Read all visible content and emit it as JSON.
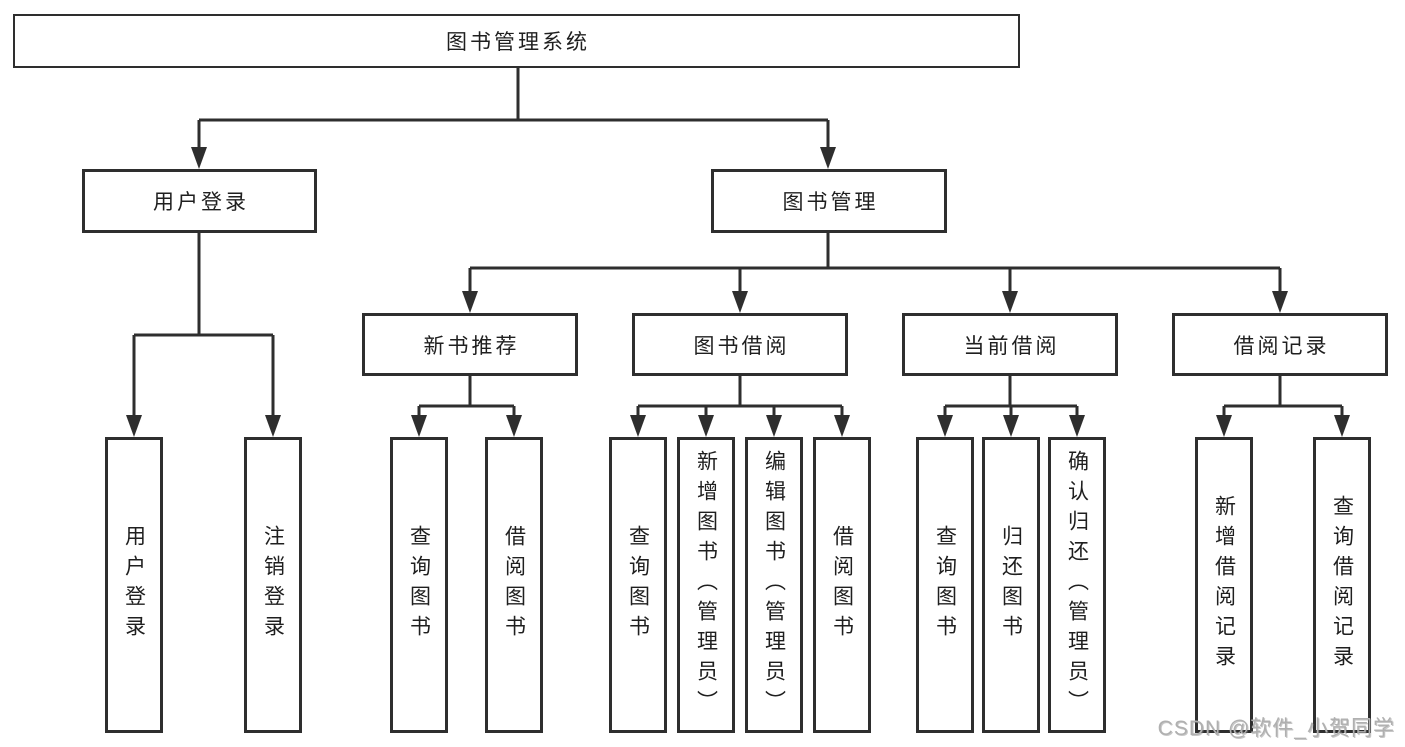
{
  "tree": {
    "root": "图书管理系统",
    "level2": [
      "用户登录",
      "图书管理"
    ],
    "level3": [
      "新书推荐",
      "图书借阅",
      "当前借阅",
      "借阅记录"
    ],
    "leaves_user": [
      "用户登录",
      "注销登录"
    ],
    "leaves_newbook": [
      "查询图书",
      "借阅图书"
    ],
    "leaves_borrow": [
      "查询图书",
      "新增图书（管理员）",
      "编辑图书（管理员）",
      "借阅图书"
    ],
    "leaves_current": [
      "查询图书",
      "归还图书",
      "确认归还（管理员）"
    ],
    "leaves_records": [
      "新增借阅记录",
      "查询借阅记录"
    ]
  },
  "watermark": "CSDN @软件_小贺同学",
  "colors": {
    "line": "#2e2e2e",
    "text": "#1f1f1f",
    "watermark": "#b0b0b0",
    "background": "#ffffff"
  }
}
